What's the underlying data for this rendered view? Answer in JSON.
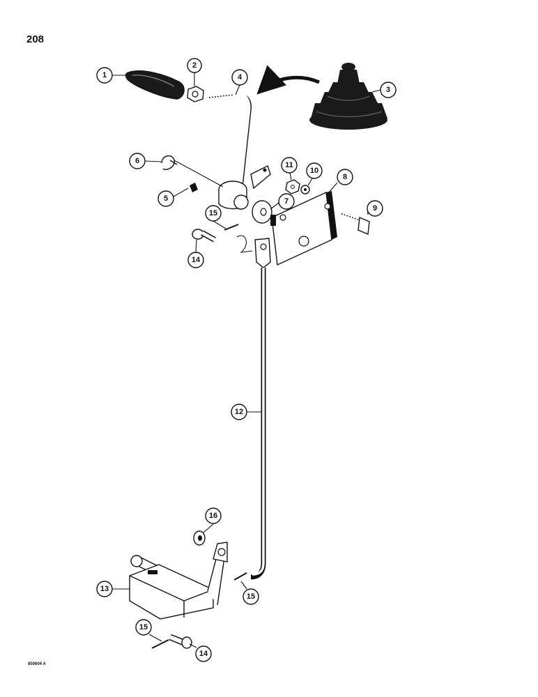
{
  "page": {
    "number": "208",
    "figure_code": "850604 A"
  },
  "callouts": [
    {
      "id": "c1",
      "label": "1"
    },
    {
      "id": "c2",
      "label": "2"
    },
    {
      "id": "c3",
      "label": "3"
    },
    {
      "id": "c4",
      "label": "4"
    },
    {
      "id": "c5",
      "label": "5"
    },
    {
      "id": "c6",
      "label": "6"
    },
    {
      "id": "c7",
      "label": "7"
    },
    {
      "id": "c8",
      "label": "8"
    },
    {
      "id": "c9",
      "label": "9"
    },
    {
      "id": "c10",
      "label": "10"
    },
    {
      "id": "c11",
      "label": "11"
    },
    {
      "id": "c12",
      "label": "12"
    },
    {
      "id": "c13",
      "label": "13"
    },
    {
      "id": "c14a",
      "label": "14"
    },
    {
      "id": "c14b",
      "label": "14"
    },
    {
      "id": "c15a",
      "label": "15"
    },
    {
      "id": "c15b",
      "label": "15"
    },
    {
      "id": "c15c",
      "label": "15"
    },
    {
      "id": "c16",
      "label": "16"
    }
  ]
}
